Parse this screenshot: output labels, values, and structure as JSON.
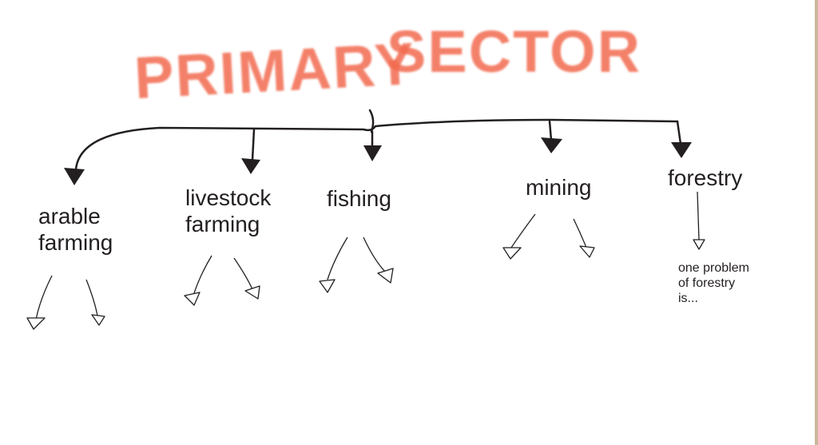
{
  "title": {
    "word1": "PRIMARY",
    "word2": "SECTOR",
    "color": "#f26a4f"
  },
  "branches": [
    {
      "label": "arable\nfarming"
    },
    {
      "label": "livestock\nfarming"
    },
    {
      "label": "fishing"
    },
    {
      "label": "mining"
    },
    {
      "label": "forestry",
      "note": "one problem\nof forestry\nis..."
    }
  ]
}
